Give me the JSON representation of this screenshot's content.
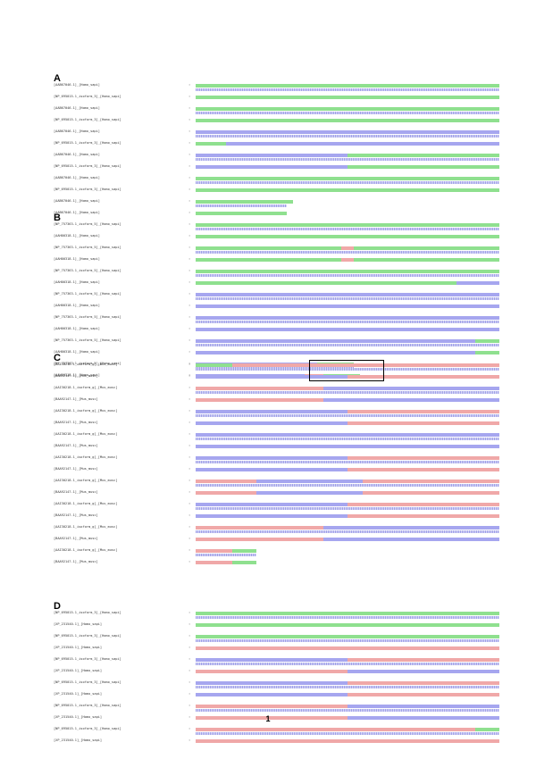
{
  "page_number": "1",
  "colors": {
    "green": "#8fe08f",
    "blue": "#a6a6ef",
    "red": "#f0a8a8",
    "match": "#8fe08f"
  },
  "panels": [
    {
      "letter": "A",
      "rows": [
        {
          "label": "[AAB67046.1]_[Homo_sapi]",
          "blocks": [
            [
              "green",
              1.0
            ]
          ]
        },
        {
          "label": "[NP_695015.1_isoform_3]_[Homo_sapi]",
          "blocks": [
            [
              "green",
              1.0
            ]
          ]
        },
        {
          "label": "[AAB67046.1]_[Homo_sapi]",
          "blocks": [
            [
              "green",
              1.0
            ]
          ]
        },
        {
          "label": "[NP_695015.1_isoform_3]_[Homo_sapi]",
          "blocks": [
            [
              "green",
              1.0
            ]
          ]
        },
        {
          "label": "[AAB67046.1]_[Homo_sapi]",
          "blocks": [
            [
              "blue",
              1.0
            ]
          ]
        },
        {
          "label": "[NP_695015.1_isoform_3]_[Homo_sapi]",
          "blocks": [
            [
              "green",
              0.1
            ],
            [
              "blue",
              0.9
            ]
          ]
        },
        {
          "label": "[AAB67046.1]_[Homo_sapi]",
          "blocks": [
            [
              "blue",
              0.5
            ],
            [
              "green",
              0.5
            ]
          ]
        },
        {
          "label": "[NP_695015.1_isoform_3]_[Homo_sapi]",
          "blocks": [
            [
              "blue",
              0.5
            ],
            [
              "green",
              0.5
            ]
          ]
        },
        {
          "label": "[AAB67046.1]_[Homo_sapi]",
          "blocks": [
            [
              "green",
              1.0
            ]
          ]
        },
        {
          "label": "[NP_695015.1_isoform_3]_[Homo_sapi]",
          "blocks": [
            [
              "green",
              1.0
            ]
          ]
        },
        {
          "label": "[AAB67046.1]_[Homo_sapi]",
          "blocks": [
            [
              "green",
              0.32
            ]
          ]
        },
        {
          "label": "[AAB67046.1]_[Homo_sapi]",
          "blocks": [
            [
              "green",
              0.3
            ]
          ]
        }
      ]
    },
    {
      "letter": "B",
      "rows": [
        {
          "label": "[NP_757363.1_isoform_5]_[Homo_sapi]",
          "blocks": [
            [
              "green",
              1.0
            ]
          ]
        },
        {
          "label": "[AAH00318.1]_[Homo_sapi]",
          "blocks": [
            [
              "green",
              1.0
            ]
          ]
        },
        {
          "label": "[NP_757363.1_isoform_5]_[Homo_sapi]",
          "blocks": [
            [
              "green",
              0.48
            ],
            [
              "red",
              0.04
            ],
            [
              "green",
              0.48
            ]
          ]
        },
        {
          "label": "[AAH00318.1]_[Homo_sapi]",
          "blocks": [
            [
              "green",
              0.48
            ],
            [
              "red",
              0.04
            ],
            [
              "green",
              0.48
            ]
          ]
        },
        {
          "label": "[NP_757363.1_isoform_5]_[Homo_sapi]",
          "blocks": [
            [
              "green",
              1.0
            ]
          ]
        },
        {
          "label": "[AAH00318.1]_[Homo_sapi]",
          "blocks": [
            [
              "green",
              0.86
            ],
            [
              "blue",
              0.14
            ]
          ]
        },
        {
          "label": "[NP_757363.1_isoform_5]_[Homo_sapi]",
          "blocks": [
            [
              "blue",
              1.0
            ]
          ]
        },
        {
          "label": "[AAH00318.1]_[Homo_sapi]",
          "blocks": [
            [
              "blue",
              1.0
            ]
          ]
        },
        {
          "label": "[NP_757363.1_isoform_5]_[Homo_sapi]",
          "blocks": [
            [
              "blue",
              1.0
            ]
          ]
        },
        {
          "label": "[AAH00318.1]_[Homo_sapi]",
          "blocks": [
            [
              "blue",
              1.0
            ]
          ]
        },
        {
          "label": "[NP_757363.1_isoform_5]_[Homo_sapi]",
          "blocks": [
            [
              "blue",
              0.92
            ],
            [
              "green",
              0.08
            ]
          ]
        },
        {
          "label": "[AAH00318.1]_[Homo_sapi]",
          "blocks": [
            [
              "blue",
              0.92
            ],
            [
              "green",
              0.08
            ]
          ]
        },
        {
          "label": "[NP_757363.1_isoform_5]_[Homo_sapi]",
          "blocks": [
            [
              "blue",
              0.4
            ],
            [
              "green",
              0.12
            ]
          ]
        },
        {
          "label": "[AAH00318.1]_[Homo_sapi]",
          "blocks": [
            [
              "blue",
              0.36
            ],
            [
              "red",
              0.06
            ],
            [
              "green",
              0.12
            ]
          ]
        }
      ]
    },
    {
      "letter": "C",
      "rows": [
        {
          "label": "[AAI30218.1_isoform_g]_[Mus_musc]",
          "blocks": [
            [
              "green",
              0.12
            ],
            [
              "red",
              0.88
            ]
          ]
        },
        {
          "label": "[BAA92147.1]_[Mus_musc]",
          "blocks": [
            [
              "blue",
              0.5
            ],
            [
              "red",
              0.5
            ]
          ]
        },
        {
          "label": "[AAI30218.1_isoform_g]_[Mus_musc]",
          "blocks": [
            [
              "red",
              0.42
            ],
            [
              "blue",
              0.58
            ]
          ]
        },
        {
          "label": "[BAA92147.1]_[Mus_musc]",
          "blocks": [
            [
              "red",
              0.42
            ],
            [
              "blue",
              0.58
            ]
          ]
        },
        {
          "label": "[AAI30218.1_isoform_g]_[Mus_musc]",
          "blocks": [
            [
              "blue",
              0.5
            ],
            [
              "red",
              0.5
            ]
          ]
        },
        {
          "label": "[BAA92147.1]_[Mus_musc]",
          "blocks": [
            [
              "blue",
              0.5
            ],
            [
              "red",
              0.5
            ]
          ]
        },
        {
          "label": "[AAI30218.1_isoform_g]_[Mus_musc]",
          "blocks": [
            [
              "blue",
              1.0
            ]
          ]
        },
        {
          "label": "[BAA92147.1]_[Mus_musc]",
          "blocks": [
            [
              "blue",
              1.0
            ]
          ]
        },
        {
          "label": "[AAI30218.1_isoform_g]_[Mus_musc]",
          "blocks": [
            [
              "blue",
              0.5
            ],
            [
              "red",
              0.5
            ]
          ]
        },
        {
          "label": "[BAA92147.1]_[Mus_musc]",
          "blocks": [
            [
              "blue",
              0.5
            ],
            [
              "red",
              0.5
            ]
          ]
        },
        {
          "label": "[AAI30218.1_isoform_g]_[Mus_musc]",
          "blocks": [
            [
              "red",
              0.2
            ],
            [
              "blue",
              0.35
            ],
            [
              "red",
              0.45
            ]
          ]
        },
        {
          "label": "[BAA92147.1]_[Mus_musc]",
          "blocks": [
            [
              "red",
              0.2
            ],
            [
              "blue",
              0.35
            ],
            [
              "red",
              0.45
            ]
          ]
        },
        {
          "label": "[AAI30218.1_isoform_g]_[Mus_musc]",
          "blocks": [
            [
              "blue",
              0.5
            ],
            [
              "red",
              0.5
            ]
          ]
        },
        {
          "label": "[BAA92147.1]_[Mus_musc]",
          "blocks": [
            [
              "blue",
              0.5
            ],
            [
              "red",
              0.5
            ]
          ]
        },
        {
          "label": "[AAI30218.1_isoform_g]_[Mus_musc]",
          "blocks": [
            [
              "red",
              0.42
            ],
            [
              "blue",
              0.58
            ]
          ]
        },
        {
          "label": "[BAA92147.1]_[Mus_musc]",
          "blocks": [
            [
              "red",
              0.42
            ],
            [
              "blue",
              0.58
            ]
          ]
        },
        {
          "label": "[AAI30218.1_isoform_g]_[Mus_musc]",
          "blocks": [
            [
              "red",
              0.12
            ],
            [
              "green",
              0.08
            ]
          ]
        },
        {
          "label": "[BAA92147.1]_[Mus_musc]",
          "blocks": [
            [
              "red",
              0.12
            ],
            [
              "green",
              0.08
            ]
          ]
        }
      ]
    },
    {
      "letter": "D",
      "rows": [
        {
          "label": "[NP_695015.1_isoform_3]_[Homo_sapi]",
          "blocks": [
            [
              "green",
              1.0
            ]
          ]
        },
        {
          "label": "[XP_231540.1]_[Homo_sapi]",
          "blocks": [
            [
              "green",
              1.0
            ]
          ]
        },
        {
          "label": "[NP_695015.1_isoform_3]_[Homo_sapi]",
          "blocks": [
            [
              "green",
              1.0
            ]
          ]
        },
        {
          "label": "[XP_231540.1]_[Homo_sapi]",
          "blocks": [
            [
              "red",
              1.0
            ]
          ]
        },
        {
          "label": "[NP_695015.1_isoform_3]_[Homo_sapi]",
          "blocks": [
            [
              "blue",
              0.5
            ],
            [
              "red",
              0.5
            ]
          ]
        },
        {
          "label": "[XP_231540.1]_[Homo_sapi]",
          "blocks": [
            [
              "red",
              0.5
            ],
            [
              "blue",
              0.5
            ]
          ]
        },
        {
          "label": "[NP_695015.1_isoform_3]_[Homo_sapi]",
          "blocks": [
            [
              "blue",
              0.5
            ],
            [
              "red",
              0.5
            ]
          ]
        },
        {
          "label": "[XP_231540.1]_[Homo_sapi]",
          "blocks": [
            [
              "blue",
              0.5
            ],
            [
              "red",
              0.5
            ]
          ]
        },
        {
          "label": "[NP_695015.1_isoform_3]_[Homo_sapi]",
          "blocks": [
            [
              "red",
              0.5
            ],
            [
              "blue",
              0.5
            ]
          ]
        },
        {
          "label": "[XP_231540.1]_[Homo_sapi]",
          "blocks": [
            [
              "red",
              0.5
            ],
            [
              "blue",
              0.5
            ]
          ]
        },
        {
          "label": "[NP_695015.1_isoform_3]_[Homo_sapi]",
          "blocks": [
            [
              "red",
              0.92
            ],
            [
              "green",
              0.08
            ]
          ]
        },
        {
          "label": "[XP_231540.1]_[Homo_sapi]",
          "blocks": [
            [
              "red",
              1.0
            ]
          ]
        }
      ]
    }
  ]
}
